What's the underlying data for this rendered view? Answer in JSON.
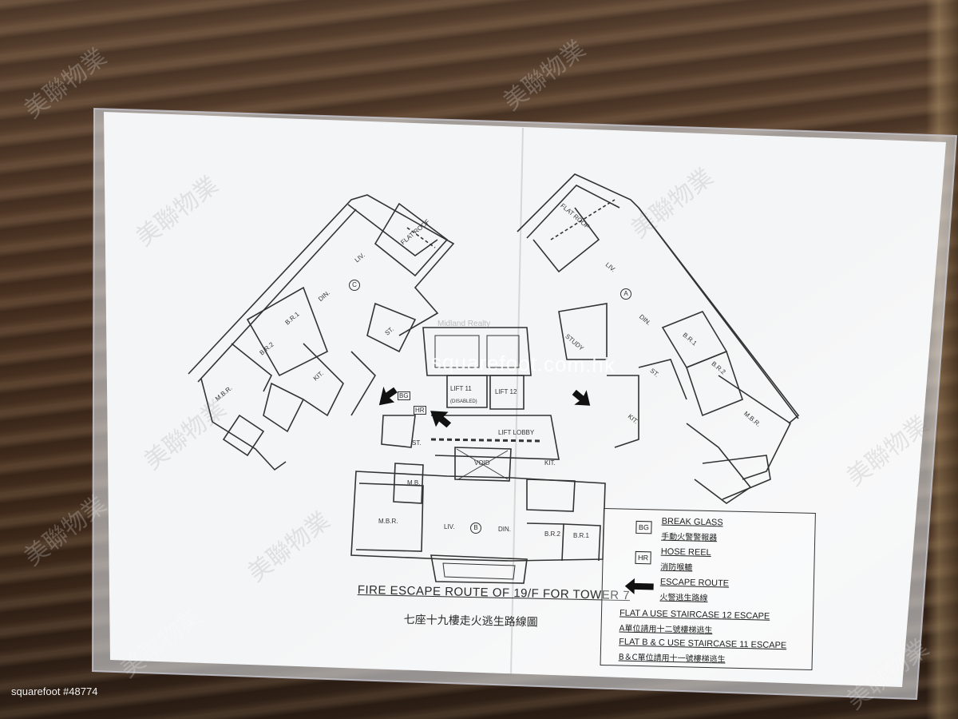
{
  "plan": {
    "title_en": "FIRE ESCAPE ROUTE OF 19/F FOR TOWER 7",
    "title_zh": "七座十九樓走火逃生路線圖",
    "rooms": {
      "flat_c": "C",
      "flat_a": "A",
      "flat_b": "B",
      "liv": "LIV.",
      "din": "DIN.",
      "br1": "B.R.1",
      "br2": "B.R.2",
      "mbr": "M.B.R.",
      "kit": "KIT.",
      "st": "ST.",
      "study": "STUDY",
      "flat_roof": "FLAT ROOF",
      "lift11": "LIFT 11",
      "lift11_sub": "(DISABLED)",
      "lift12": "LIFT 12",
      "lift_lobby": "LIFT LOBBY",
      "void": "VOID",
      "bg": "BG",
      "hr": "HR",
      "mb": "M.B."
    }
  },
  "legend": {
    "bg_symbol": "BG",
    "bg_en": "BREAK GLASS",
    "bg_zh": "手動火警警報器",
    "hr_symbol": "HR",
    "hr_en": "HOSE REEL",
    "hr_zh": "消防喉轆",
    "route_en": "ESCAPE ROUTE",
    "route_zh": "火警逃生路線",
    "flat_a_en": "FLAT A USE STAIRCASE 12 ESCAPE",
    "flat_a_zh": "A單位請用十二號樓梯逃生",
    "flat_bc_en": "FLAT B & C USE STAIRCASE 11 ESCAPE",
    "flat_bc_zh": "B＆C單位請用十一號樓梯逃生"
  },
  "watermarks": {
    "brand_zh": "美聯物業",
    "site": "squarefoot.com.hk",
    "agency": "Midland Realty"
  },
  "credit": "squarefoot #48774",
  "colors": {
    "wall": "#4a3422",
    "paper": "#f4f5f6",
    "ink": "#2a2a2a"
  }
}
